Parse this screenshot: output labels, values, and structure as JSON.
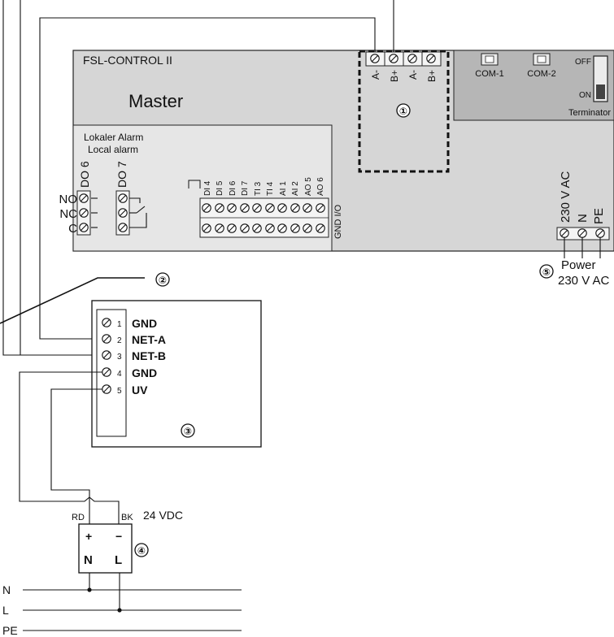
{
  "controller": {
    "title": "FSL-CONTROL II",
    "role": "Master",
    "bus_terminals": [
      "A-",
      "B+",
      "A-",
      "B+"
    ],
    "com_ports": [
      "COM-1",
      "COM-2"
    ],
    "terminator": {
      "off": "OFF",
      "on": "ON",
      "label": "Terminator"
    },
    "alarm": {
      "title_de": "Lokaler Alarm",
      "title_en": "Local alarm",
      "outputs": [
        "DO 6",
        "DO 7"
      ],
      "contacts": [
        "NO",
        "NC",
        "C"
      ]
    },
    "io_terminals": [
      "DI 4",
      "DI 5",
      "DI 6",
      "DI 7",
      "TI 3",
      "TI 4",
      "AI 1",
      "AI 2",
      "AO 5",
      "AO 6"
    ],
    "io_gnd": "GND I/O",
    "power_voltage": "230 V AC",
    "power_terminals": [
      "N",
      "PE"
    ]
  },
  "callouts": [
    "①",
    "②",
    "③",
    "④",
    "⑤"
  ],
  "power": {
    "label": "Power",
    "voltage": "230 V AC"
  },
  "module": {
    "pins": [
      {
        "num": "1",
        "name": "GND"
      },
      {
        "num": "2",
        "name": "NET-A"
      },
      {
        "num": "3",
        "name": "NET-B"
      },
      {
        "num": "4",
        "name": "GND"
      },
      {
        "num": "5",
        "name": "UV"
      }
    ]
  },
  "psu": {
    "rd": "RD",
    "bk": "BK",
    "voltage": "24 VDC",
    "plus": "+",
    "minus": "−",
    "n": "N",
    "l": "L"
  },
  "mains": [
    "N",
    "L",
    "PE"
  ]
}
